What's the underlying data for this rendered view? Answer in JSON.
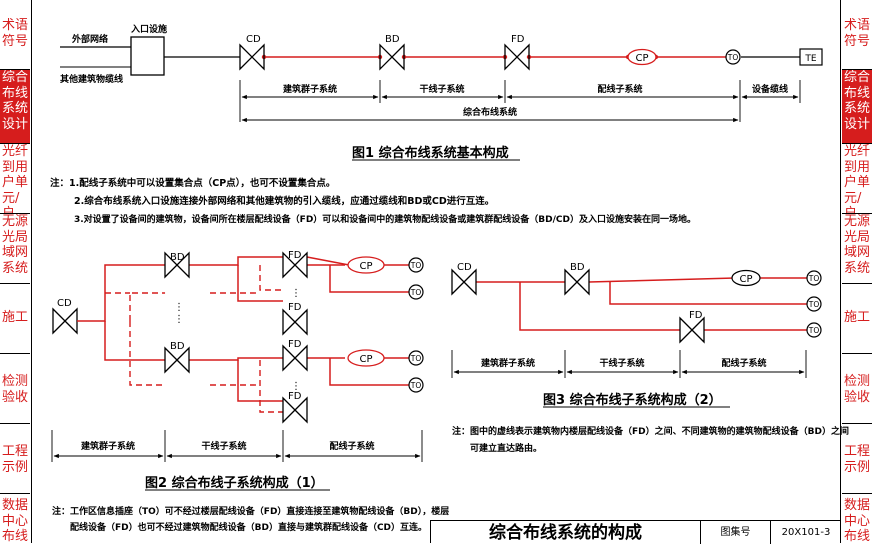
{
  "side_tabs": [
    {
      "label": "术语\n符号",
      "active": false
    },
    {
      "label": "综合\n布线\n系统\n设计",
      "active": true
    },
    {
      "label": "光纤\n到用\n户单\n元/户",
      "active": false
    },
    {
      "label": "无源\n光局\n域网\n系统",
      "active": false
    },
    {
      "label": "施工",
      "active": false
    },
    {
      "label": "检测\n验收",
      "active": false
    },
    {
      "label": "工程\n示例",
      "active": false
    },
    {
      "label": "数据\n中心\n布线",
      "active": false
    }
  ],
  "fig1": {
    "ext_network": "外部网络",
    "other_cable": "其他建筑物缆线",
    "entrance": "入口设施",
    "cd": "CD",
    "bd": "BD",
    "fd": "FD",
    "cp": "CP",
    "to": "TO",
    "te": "TE",
    "seg_campus": "建筑群子系统",
    "seg_backbone": "干线子系统",
    "seg_horizontal": "配线子系统",
    "seg_equipment": "设备缆线",
    "seg_total": "综合布线系统",
    "title": "图1   综合布线系统基本构成"
  },
  "notes1": [
    "注：1.配线子系统中可以设置集合点（CP点），也可不设置集合点。",
    "2.综合布线系统入口设施连接外部网络和其他建筑物的引入缆线，应通过缆线和BD或CD进行互连。",
    "3.对设置了设备间的建筑物，设备间所在楼层配线设备（FD）可以和设备间中的建筑物配线设备或建筑群配线设备（BD/CD）及入口设施安装在同一场地。"
  ],
  "fig2": {
    "cd": "CD",
    "bd": "BD",
    "fd": "FD",
    "cp": "CP",
    "to": "TO",
    "seg_campus": "建筑群子系统",
    "seg_backbone": "干线子系统",
    "seg_horizontal": "配线子系统",
    "title": "图2   综合布线子系统构成（1）"
  },
  "notes2": [
    "注：工作区信息插座（TO）可不经过楼层配线设备（FD）直接连接至建筑物配线设备（BD），楼层",
    "配线设备（FD）也可不经过建筑物配线设备（BD）直接与建筑群配线设备（CD）互连。"
  ],
  "fig3": {
    "cd": "CD",
    "bd": "BD",
    "fd": "FD",
    "cp": "CP",
    "to": "TO",
    "seg_campus": "建筑群子系统",
    "seg_backbone": "干线子系统",
    "seg_horizontal": "配线子系统",
    "title": "图3   综合布线子系统构成（2）"
  },
  "notes3": [
    "注：图中的虚线表示建筑物内楼层配线设备（FD）之间、不同建筑物的建筑物配线设备（BD）之间",
    "可建立直达路由。"
  ],
  "title_block": {
    "title": "综合布线系统的构成",
    "atlas_label": "图集号",
    "atlas_no": "20X101-3"
  },
  "colors": {
    "accent": "#d61d1d",
    "line": "#000000"
  }
}
